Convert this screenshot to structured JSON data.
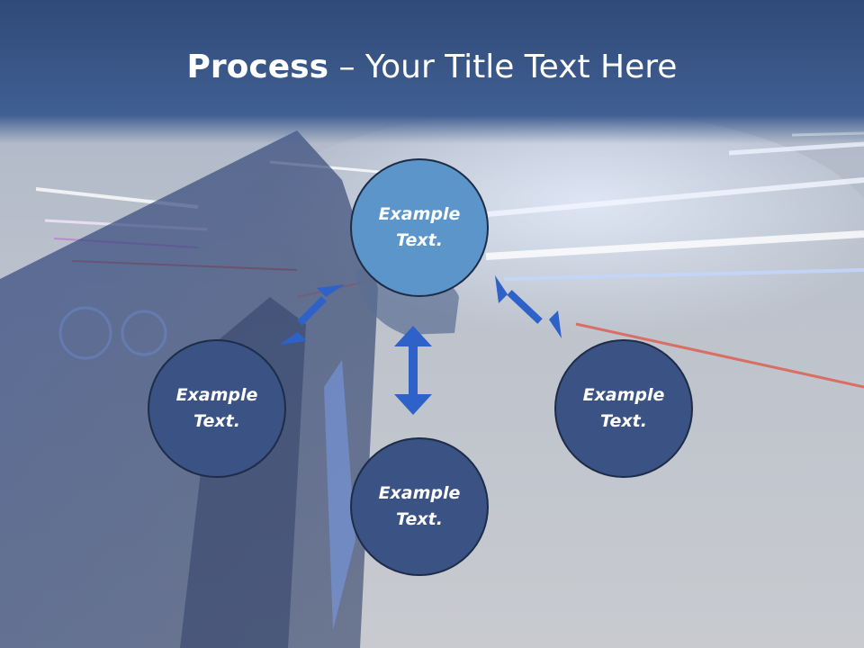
{
  "slide": {
    "title_bold": "Process",
    "title_rest": " – Your Title Text Here"
  },
  "diagram": {
    "nodes": [
      {
        "id": "top",
        "line1": "Example",
        "line2": "Text."
      },
      {
        "id": "left",
        "line1": "Example",
        "line2": "Text."
      },
      {
        "id": "right",
        "line1": "Example",
        "line2": "Text."
      },
      {
        "id": "bottom",
        "line1": "Example",
        "line2": "Text."
      }
    ]
  },
  "colors": {
    "header": "#2f4a78",
    "node_dark": "#3a5284",
    "node_highlight": "#5b95c9",
    "arrow": "#2f62c8"
  }
}
